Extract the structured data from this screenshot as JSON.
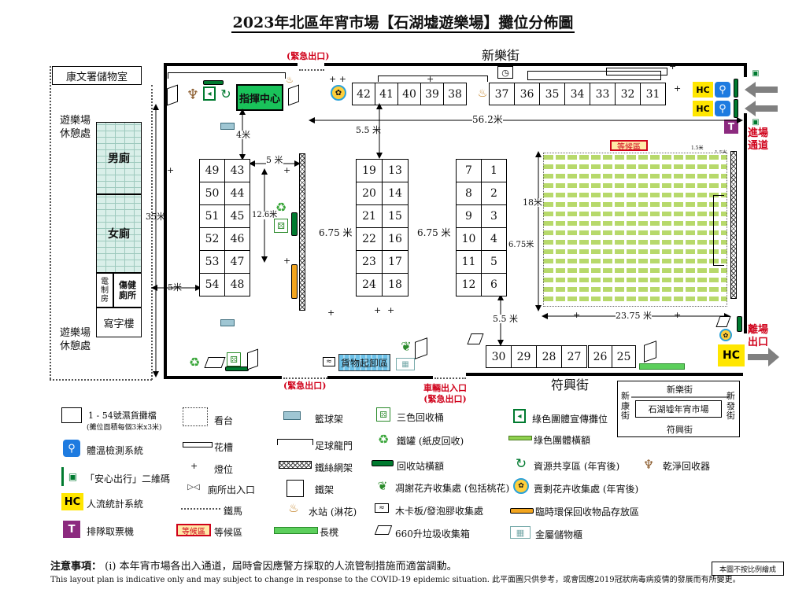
{
  "title": "2023年北區年宵市場【石湖墟遊樂場】攤位分佈圖",
  "streets": {
    "north": "新樂街",
    "south": "符興街"
  },
  "exits": {
    "emergency_top": "(緊急出口)",
    "emergency_bottom": "(緊急出口)",
    "vehicle_exit_line1": "車輛出入口",
    "vehicle_exit_line2": "(緊急出口)",
    "entry_line1": "進場",
    "entry_line2": "通道",
    "leave_line1": "離場",
    "leave_line2": "出口"
  },
  "rooms": {
    "storage": "康文署儲物室",
    "rest_top_line1": "遊樂場",
    "rest_top_line2": "休憩處",
    "rest_bottom_line1": "遊樂場",
    "rest_bottom_line2": "休憩處",
    "male_toilet": "男廁",
    "female_toilet": "女廁",
    "electric_line1": "電",
    "electric_line2": "制",
    "electric_line3": "房",
    "accessible_line1": "傷健",
    "accessible_line2": "廁所",
    "office": "寫字樓",
    "command_centre": "指揮中心",
    "waiting_area": "等候區",
    "goods_area": "貨物起卸區"
  },
  "stalls": {
    "top_row": [
      "42",
      "41",
      "40",
      "39",
      "38",
      "37",
      "36",
      "35",
      "34",
      "33",
      "32",
      "31"
    ],
    "col_a": [
      "49",
      "50",
      "51",
      "52",
      "53",
      "54"
    ],
    "col_b": [
      "43",
      "44",
      "45",
      "46",
      "47",
      "48"
    ],
    "col_c": [
      "19",
      "20",
      "21",
      "22",
      "23",
      "24"
    ],
    "col_d": [
      "13",
      "14",
      "15",
      "16",
      "17",
      "18"
    ],
    "col_e": [
      "7",
      "8",
      "9",
      "10",
      "11",
      "12"
    ],
    "col_f": [
      "1",
      "2",
      "3",
      "4",
      "5",
      "6"
    ],
    "bottom_row": [
      "30",
      "29",
      "28",
      "27",
      "26",
      "25"
    ]
  },
  "dimensions": {
    "d_56_2": "56.2米",
    "d_5_5_top": "5.5 米",
    "d_4": "4米",
    "d_5_mid": "5 米",
    "d_12_6": "12.6米",
    "d_6_75_a": "6.75 米",
    "d_6_75_b": "6.75 米",
    "d_6_75_c": "6.75米",
    "d_35": "35米",
    "d_5_left": "5米",
    "d_5_5_bottom": "5.5 米",
    "d_18": "18米",
    "d_23_75": "23.75 米",
    "d_1_5_a": "1.5米",
    "d_1_5_b": "1.5米"
  },
  "hc_label": "HC",
  "ticket_label": "T",
  "keymap": {
    "north": "新樂街",
    "west_line1": "新",
    "west_line2": "康",
    "west_line3": "街",
    "east_line1": "新",
    "east_line2": "發",
    "east_line3": "街",
    "center": "石湖墟年宵市場",
    "south": "符興街"
  },
  "legend": {
    "stalls_main": "1 - 54號濕貨攤檔",
    "stalls_sub": "(攤位面積每個3米x3米)",
    "thermo": "體溫檢測系統",
    "leave_home": "「安心出行」二維碼",
    "hc": "人流統計系統",
    "ticket": "排隊取票機",
    "stand": "看台",
    "planter": "花槽",
    "lamp": "燈位",
    "toilet_entry": "廁所出入口",
    "barrier": "鐵馬",
    "waiting": "等候區",
    "court": "籃球架",
    "goal": "足球龍門",
    "mesh": "鐵絲網架",
    "iron_stand": "鐵架",
    "water": "水站 (淋花)",
    "bench": "長櫈",
    "recycle3": "三色回收桶",
    "paper": "鐵罐 (紙皮回收)",
    "recycle_banner": "回收站橫額",
    "flower": "凋謝花卉收集處 (包括桃花)",
    "wood": "木卡板/發泡膠收集處",
    "bin660": "660升垃圾收集箱",
    "green_stall": "綠色團體宣傳攤位",
    "green_banner": "綠色團體橫額",
    "resource": "資源共享區 (年宵後)",
    "surplus": "賣剩花卉收集處 (年宵後)",
    "temp_store": "臨時環保回收物品存放區",
    "locker": "金屬儲物櫃",
    "clean": "乾淨回收器"
  },
  "notes": {
    "label": "注意事項：",
    "item1": "(i) 本年宵市場各出入通道，屆時會因應警方採取的人流管制措施而適當調動。",
    "english": "This layout plan is indicative only and may subject to change in response to the COVID-19 epidemic situation. 此平面圖只供參考，或會因應2019冠狀病毒病疫情的發展而有所變更。",
    "scale": "本圖不按比例繪成"
  },
  "colors": {
    "red_label": "#d0021b",
    "stall_green": "#b7d96b",
    "command_green": "#19c35a",
    "hc_yellow": "#ffe600",
    "ticket_purple": "#8c2a7f",
    "thermo_blue": "#1e7be0",
    "bar_green": "#007a2f",
    "bar_orange": "#f2a51f"
  },
  "icons": {
    "arrow_in": "gray-left-arrow-icon",
    "arrow_out": "gray-right-arrow-icon",
    "recycle": "recycle-icon",
    "clock": "clock-icon"
  }
}
